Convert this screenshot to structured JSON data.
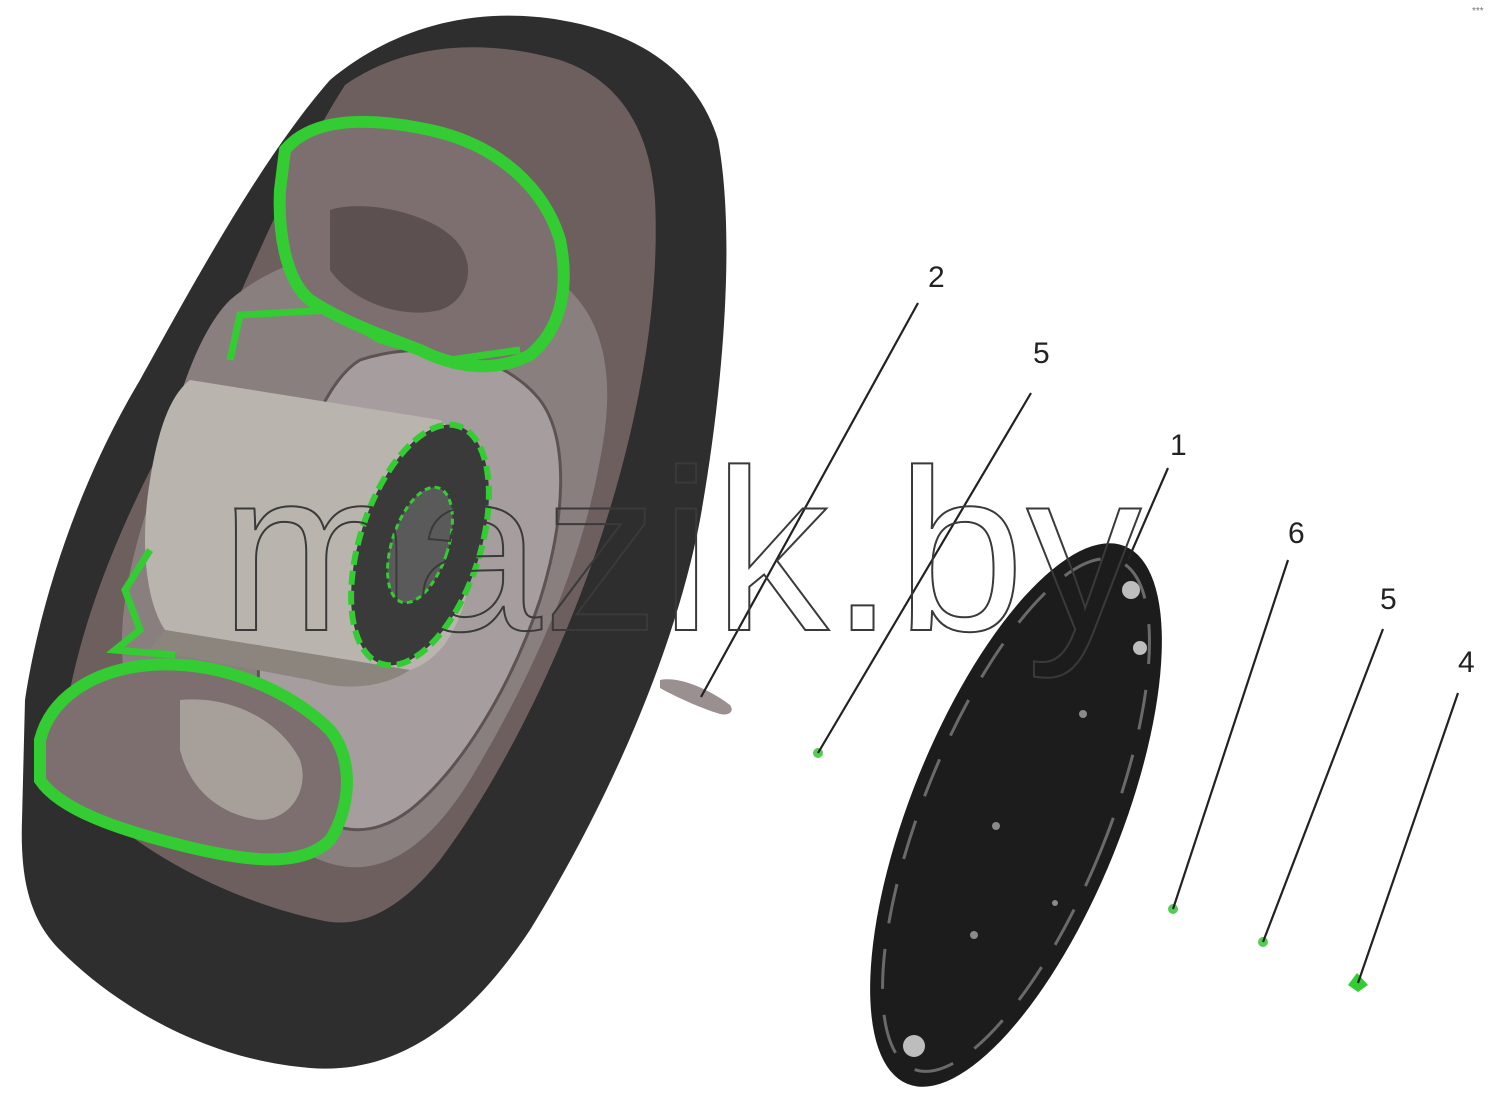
{
  "diagram": {
    "callouts": [
      {
        "id": "c2",
        "label": "2"
      },
      {
        "id": "c5a",
        "label": "5"
      },
      {
        "id": "c1",
        "label": "1"
      },
      {
        "id": "c6",
        "label": "6"
      },
      {
        "id": "c5b",
        "label": "5"
      },
      {
        "id": "c4",
        "label": "4"
      }
    ],
    "watermark": "mazik.by",
    "corner_mark": "*** ",
    "colors": {
      "tire": "#2e2e2e",
      "tire_wall": "#6e5f5f",
      "rim": "#9c9595",
      "hub": "#b9b5ae",
      "highlight": "#33cc33",
      "disc": "#1c1c1c",
      "line": "#222222"
    }
  }
}
